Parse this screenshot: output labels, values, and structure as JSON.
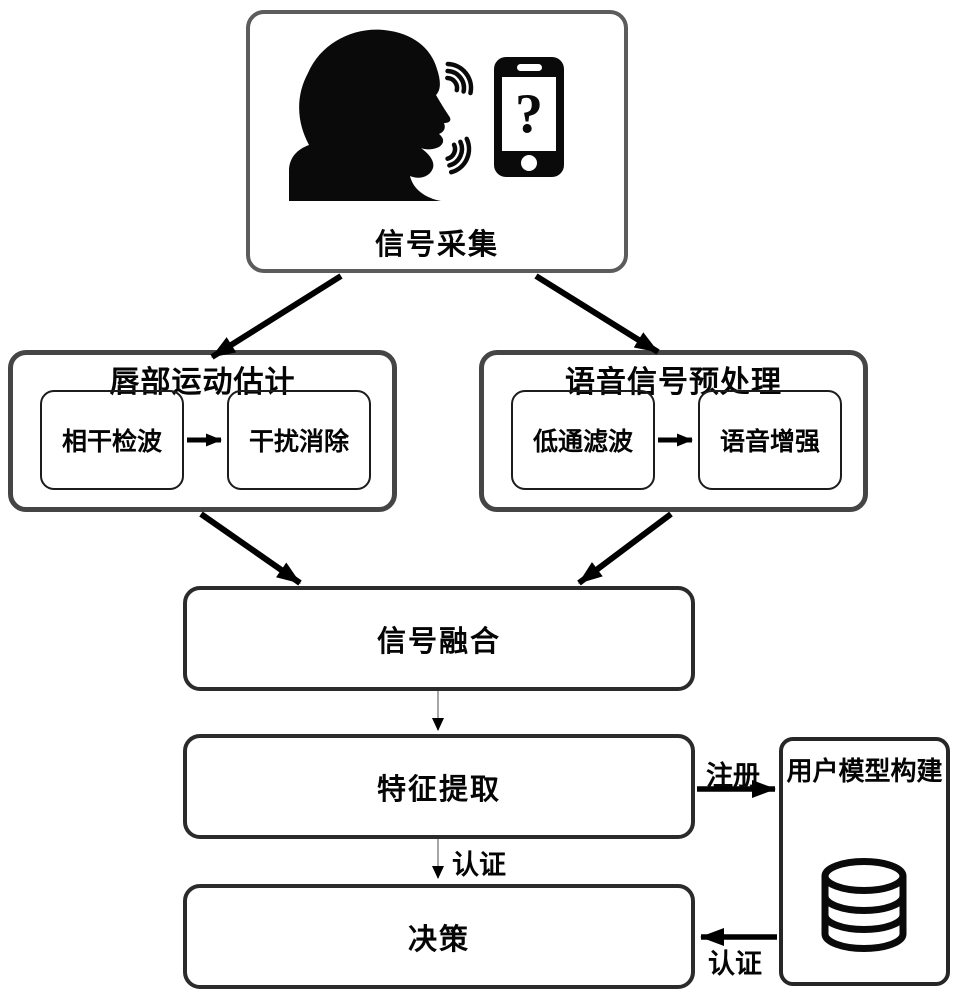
{
  "nodes": {
    "signal_collection": {
      "label": "信号采集"
    },
    "lip_motion": {
      "title": "唇部运动估计",
      "steps": [
        {
          "label": "相干检波"
        },
        {
          "label": "干扰消除"
        }
      ]
    },
    "speech_preprocessing": {
      "title": "语音信号预处理",
      "steps": [
        {
          "label": "低通滤波"
        },
        {
          "label": "语音增强"
        }
      ]
    },
    "signal_fusion": {
      "label": "信号融合"
    },
    "feature_extraction": {
      "label": "特征提取"
    },
    "decision": {
      "label": "决策"
    },
    "user_model": {
      "title": "用户模型构建"
    }
  },
  "edges": {
    "register_label": "注册",
    "authenticate_label": "认证",
    "authenticate_return_label": "认证"
  },
  "icons": {
    "phone_question_glyph": "?",
    "person": "person-speaking-silhouette",
    "phone": "smartphone",
    "waves": "sound-waves",
    "database": "database-cylinder"
  },
  "colors": {
    "background": "#ffffff",
    "arrow": "#000000",
    "top_box_border": "#5c5c5c",
    "group_box_border": "#454545",
    "flow_box_border": "#2b2b2b",
    "thin_connector": "#909090",
    "text": "#050505"
  }
}
